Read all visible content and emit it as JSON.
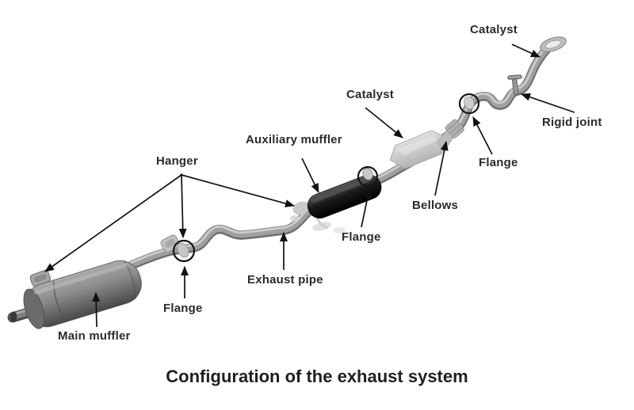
{
  "figure_caption": "Configuration of the exhaust system",
  "labels": {
    "hanger": "Hanger",
    "main_muffler": "Main muffler",
    "flange_left": "Flange",
    "exhaust_pipe": "Exhaust pipe",
    "auxiliary_muffler": "Auxiliary muffler",
    "flange_middle": "Flange",
    "catalyst_middle": "Catalyst",
    "bellows": "Bellows",
    "flange_right": "Flange",
    "rigid_joint": "Rigid joint",
    "catalyst_right": "Catalyst"
  },
  "colors": {
    "background": "#ffffff",
    "label_text": "#2b2b2b",
    "callout_line": "#111111",
    "pipe_gray": "#a0a0a0",
    "main_muffler_gray": "#7a7a7a",
    "auxiliary_muffler_black": "#1a1a1a",
    "catalyst_light_gray": "#c8c8c8"
  }
}
